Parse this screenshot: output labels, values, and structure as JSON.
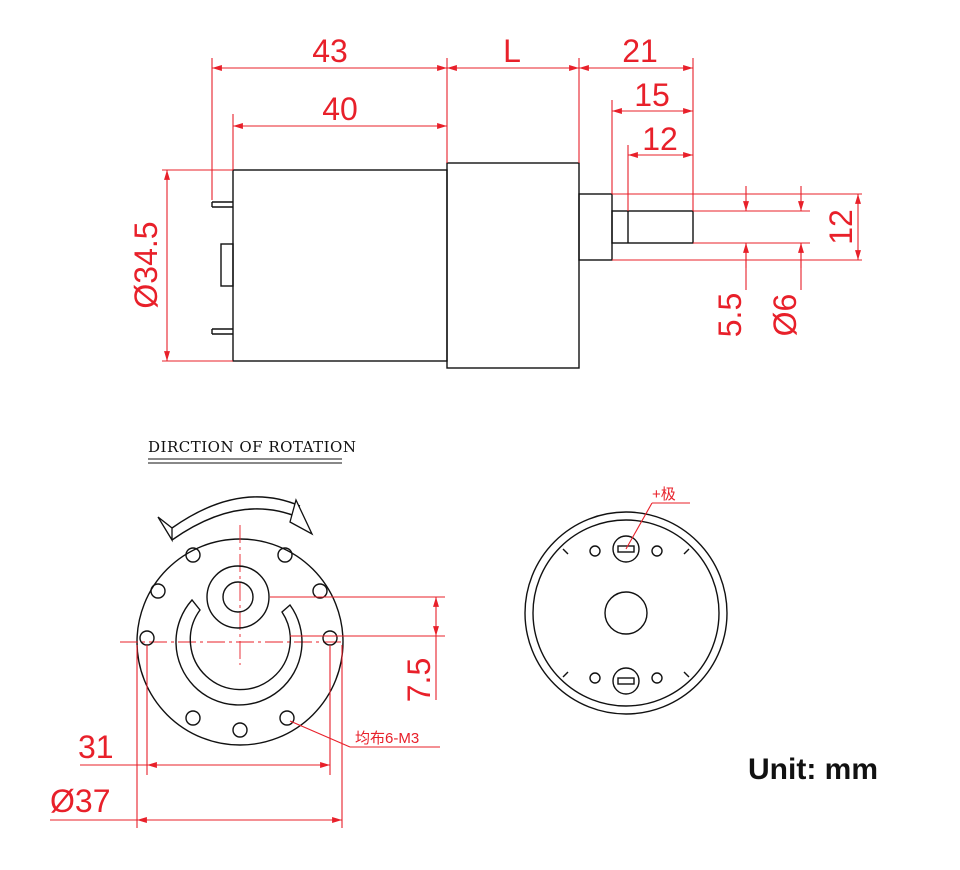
{
  "dimensions": {
    "top_43": "43",
    "top_L": "L",
    "top_21": "21",
    "top_40": "40",
    "top_15": "15",
    "top_12": "12",
    "side_diameter_345": "Ø34.5",
    "shaft_55": "5.5",
    "shaft_d6": "Ø6",
    "shaft_12": "12",
    "front_75": "7.5",
    "front_31": "31",
    "front_d37": "Ø37"
  },
  "labels": {
    "rotation_title": "DIRCTION OF ROTATION",
    "positive_pole": "+极",
    "holes_note": "均布6-M3",
    "unit": "Unit: mm"
  },
  "colors": {
    "dimension": "#e8202a",
    "outline": "#111111",
    "background": "#ffffff"
  }
}
